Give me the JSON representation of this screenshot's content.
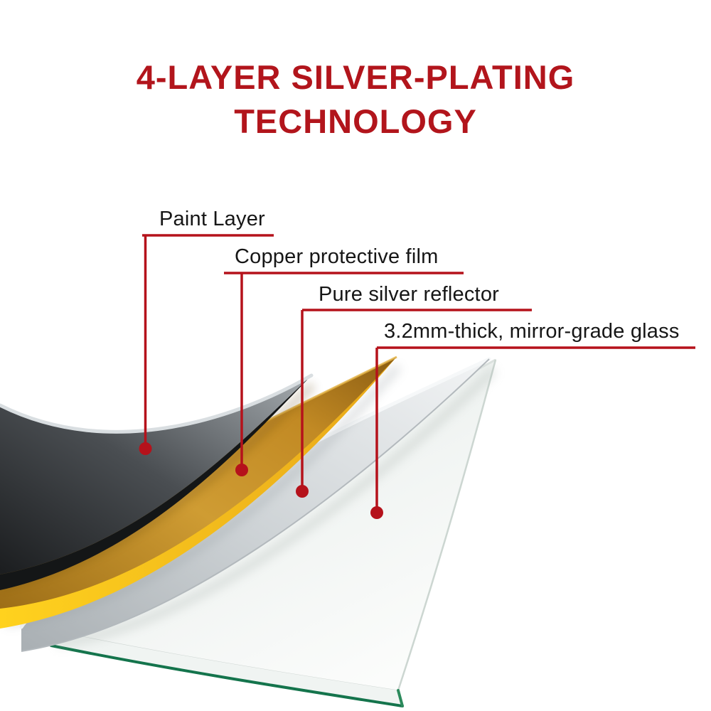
{
  "title": {
    "line1": "4-LAYER SILVER-PLATING",
    "line2": "TECHNOLOGY"
  },
  "labels": {
    "paint": "Paint Layer",
    "copper": "Copper protective film",
    "silver": "Pure silver reflector",
    "glass": "3.2mm-thick, mirror-grade glass"
  },
  "layers": [
    {
      "name": "paint-layer",
      "label": "Paint Layer"
    },
    {
      "name": "copper-protective-film",
      "label": "Copper protective film"
    },
    {
      "name": "pure-silver-reflector",
      "label": "Pure silver reflector"
    },
    {
      "name": "mirror-grade-glass",
      "label": "3.2mm-thick, mirror-grade glass"
    }
  ],
  "colors": {
    "title_red": "#b2151c",
    "leader_red": "#b5121b",
    "paint_dark": "#1b1d1f",
    "copper_gold": "#cf9c33",
    "copper_edge_yellow": "#ffd21e",
    "silver_gray": "#cdd2d5",
    "glass_white": "#eef2f0",
    "glass_edge_green": "#14744c"
  }
}
